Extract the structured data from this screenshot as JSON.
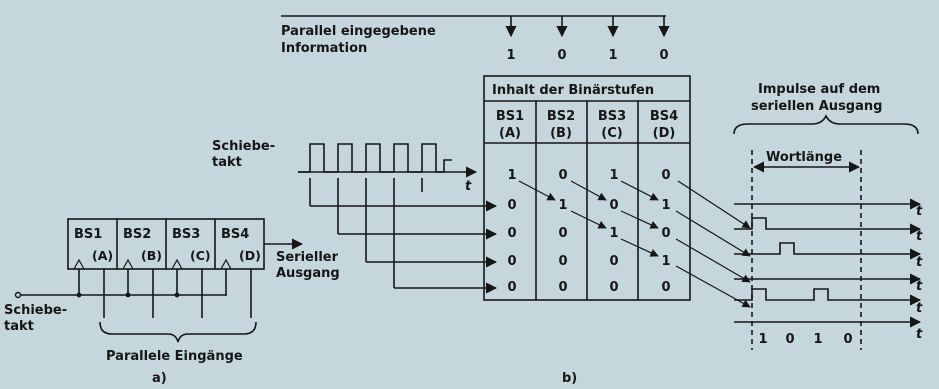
{
  "colors": {
    "background": "#c5d6dc",
    "ink": "#161616"
  },
  "top_label": {
    "line1": "Parallel eingegebene",
    "line2": "Information"
  },
  "parallel_inputs": [
    "1",
    "0",
    "1",
    "0"
  ],
  "table": {
    "title": "Inhalt der Binärstufen",
    "headers": [
      {
        "name": "BS1",
        "sub": "(A)"
      },
      {
        "name": "BS2",
        "sub": "(B)"
      },
      {
        "name": "BS3",
        "sub": "(C)"
      },
      {
        "name": "BS4",
        "sub": "(D)"
      }
    ],
    "rows": [
      [
        "1",
        "0",
        "1",
        "0"
      ],
      [
        "0",
        "1",
        "0",
        "1"
      ],
      [
        "0",
        "0",
        "1",
        "0"
      ],
      [
        "0",
        "0",
        "0",
        "1"
      ],
      [
        "0",
        "0",
        "0",
        "0"
      ]
    ]
  },
  "clock_b": {
    "line1": "Schiebe-",
    "line2": "takt",
    "axis": "t"
  },
  "output_block": {
    "line1": "Impulse auf dem",
    "line2": "seriellen Ausgang",
    "word_length": "Wortlänge",
    "axis": "t",
    "bottom_values": [
      "1",
      "0",
      "1",
      "0"
    ]
  },
  "register_a": {
    "stages": [
      {
        "name": "BS1",
        "sub": "(A)"
      },
      {
        "name": "BS2",
        "sub": "(B)"
      },
      {
        "name": "BS3",
        "sub": "(C)"
      },
      {
        "name": "BS4",
        "sub": "(D)"
      }
    ],
    "serial_out_line1": "Serieller",
    "serial_out_line2": "Ausgang",
    "clock_line1": "Schiebe-",
    "clock_line2": "takt",
    "parallel_label": "Parallele Eingänge"
  },
  "captions": {
    "a": "a)",
    "b": "b)"
  }
}
